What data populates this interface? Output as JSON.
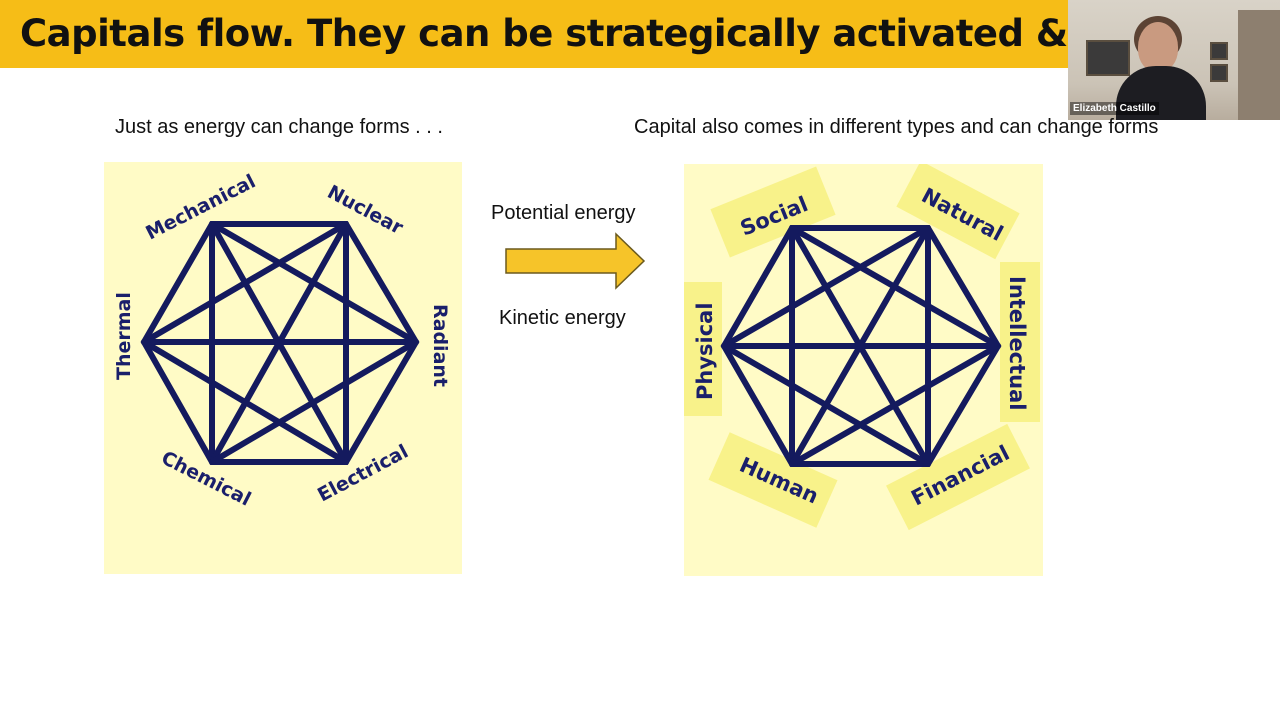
{
  "slide": {
    "title": "Capitals flow. They can be strategically activated & co",
    "left_caption": "Just as energy can change forms . . .",
    "right_caption": "Capital also comes in different types and can change forms",
    "arrow_top_label": "Potential energy",
    "arrow_bottom_label": "Kinetic energy",
    "energy_labels": {
      "mechanical": "Mechanical",
      "nuclear": "Nuclear",
      "radiant": "Radiant",
      "electrical": "Electrical",
      "chemical": "Chemical",
      "thermal": "Thermal"
    },
    "capital_labels": {
      "social": "Social",
      "natural": "Natural",
      "intellectual": "Intellectual",
      "financial": "Financial",
      "human": "Human",
      "physical": "Physical"
    },
    "colors": {
      "title_bar": "#f6bd17",
      "panel": "#fffbc6",
      "network": "#141a5e",
      "arrow": "#f6c429"
    }
  },
  "video": {
    "participant_name": "Elizabeth Castillo"
  }
}
